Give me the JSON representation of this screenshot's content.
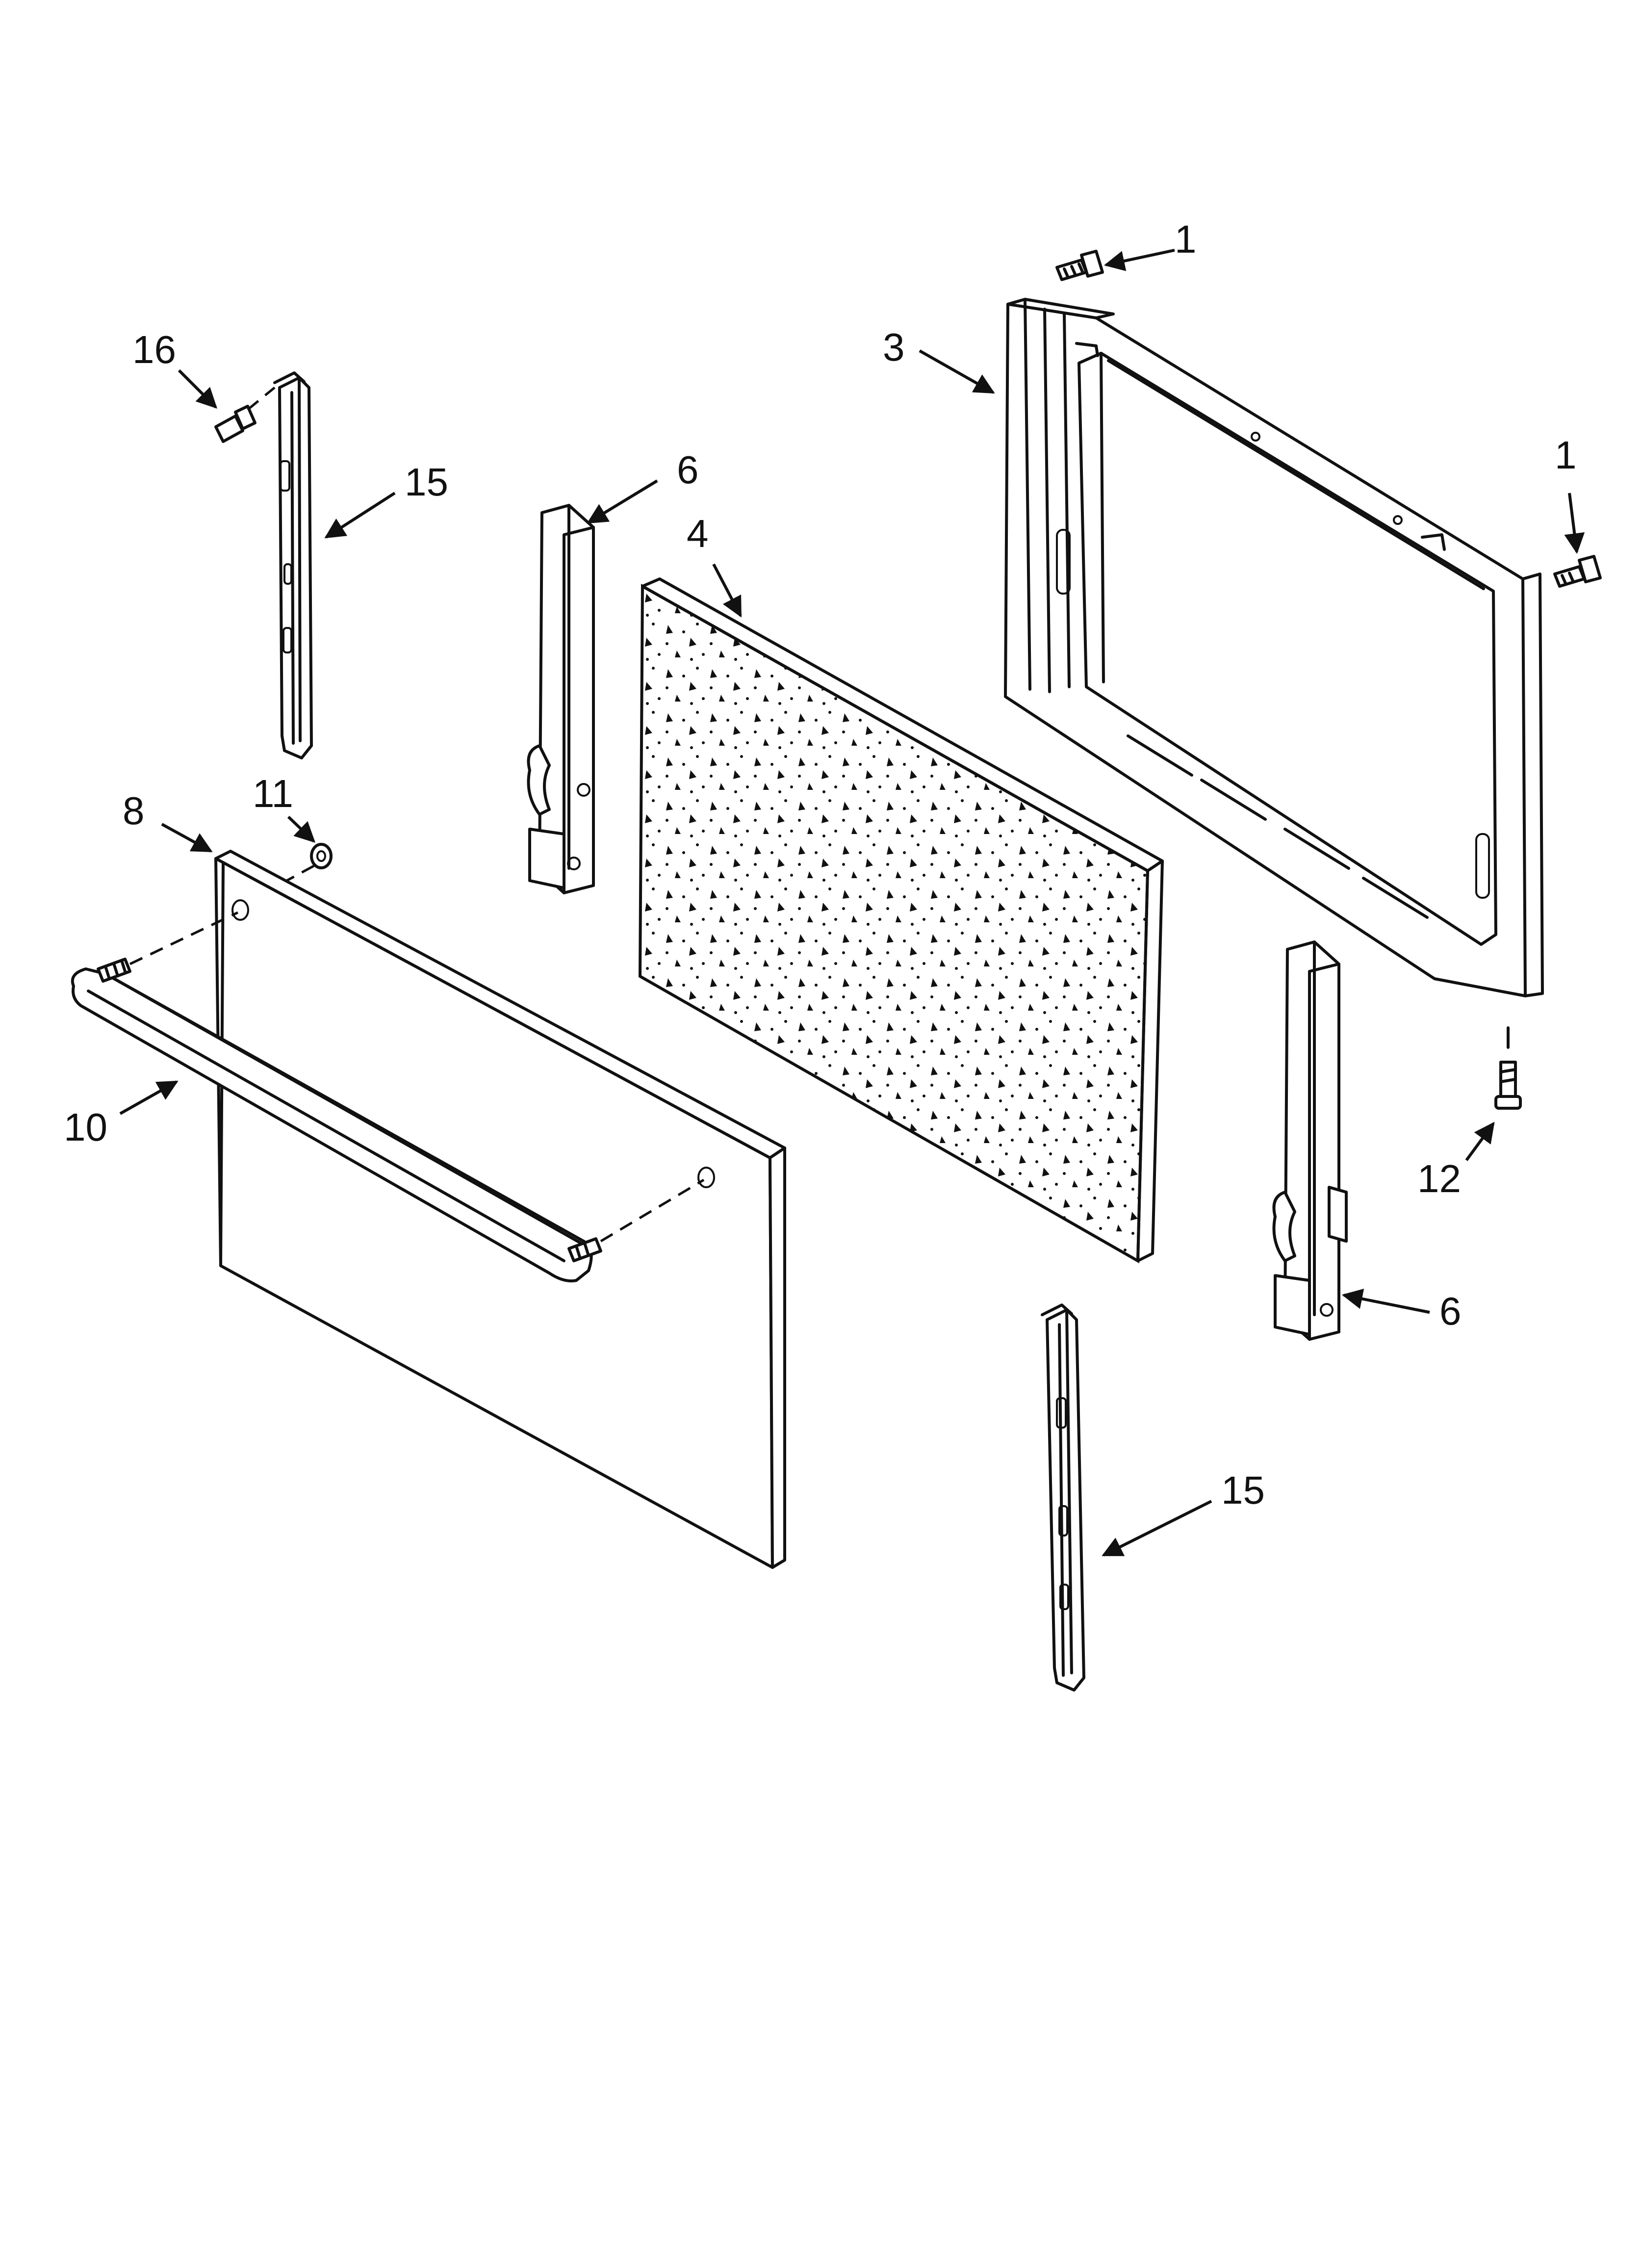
{
  "callouts": {
    "c1_top": "1",
    "c1_right": "1",
    "c3": "3",
    "c4": "4",
    "c6_top": "6",
    "c6_bottom": "6",
    "c8": "8",
    "c10": "10",
    "c11": "11",
    "c12": "12",
    "c15_top": "15",
    "c15_bottom": "15",
    "c16": "16"
  },
  "colors": {
    "line": "#111111",
    "background": "#ffffff"
  }
}
